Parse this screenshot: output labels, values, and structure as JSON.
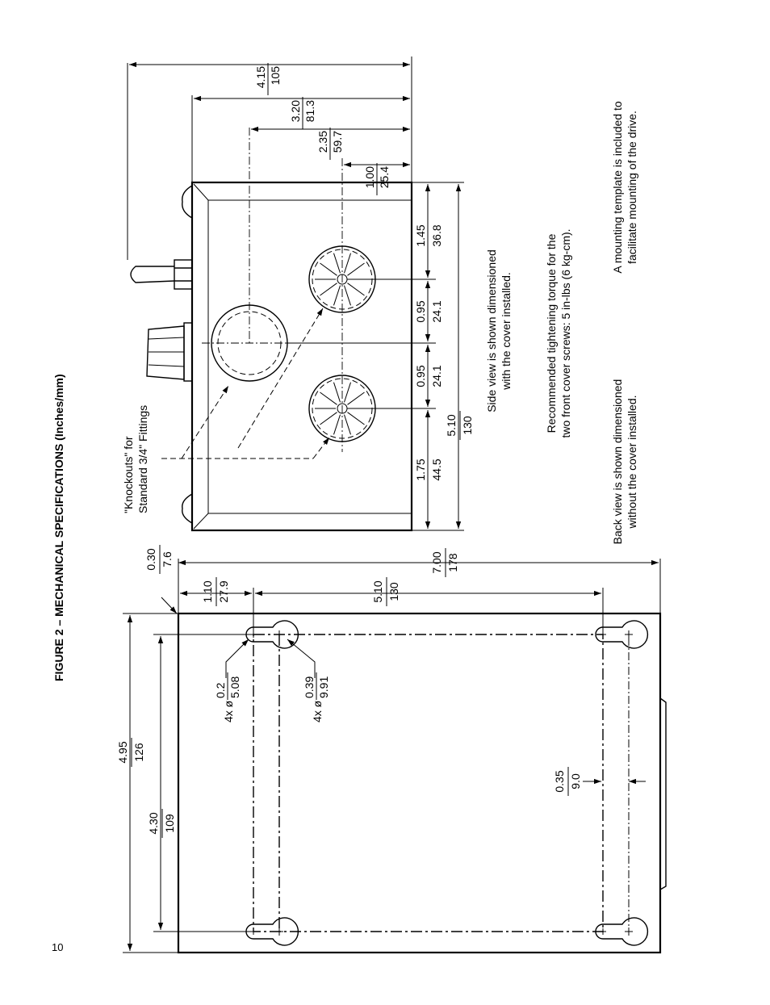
{
  "page_number": "10",
  "figure_title": "FIGURE 2 – MECHANICAL SPECIFICATIONS (Inches/mm)",
  "knockouts_label": [
    "\"Knockouts\" for",
    "Standard 3/4\" Fittings"
  ],
  "notes": {
    "side_view": [
      "Side view is shown dimensioned",
      "with the cover installed."
    ],
    "torque": [
      "Recommended tightening torque for the",
      "two front cover screws: 5 in-lbs (6 kg-cm)."
    ],
    "template": [
      "A mounting template is included to",
      "facilitate mounting of the drive."
    ],
    "back_view": [
      "Back view is shown dimensioned",
      "without the cover installed."
    ]
  },
  "side_view_dims": {
    "overall_415": {
      "in": "4.15",
      "mm": "105"
    },
    "d_320": {
      "in": "3.20",
      "mm": "81.3"
    },
    "d_235": {
      "in": "2.35",
      "mm": "59.7"
    },
    "d_100": {
      "in": "1.00",
      "mm": "25.4"
    },
    "d_145": {
      "in": "1.45",
      "mm": "36.8"
    },
    "d_095a": {
      "in": "0.95",
      "mm": "24.1"
    },
    "d_095b": {
      "in": "0.95",
      "mm": "24.1"
    },
    "d_175": {
      "in": "1.75",
      "mm": "44.5"
    },
    "d_510": {
      "in": "5.10",
      "mm": "130"
    }
  },
  "back_view_dims": {
    "d_030": {
      "in": "0.30",
      "mm": "7.6"
    },
    "d_700": {
      "in": "7.00",
      "mm": "178"
    },
    "d_110": {
      "in": "1.10",
      "mm": "27.9"
    },
    "d_510": {
      "in": "5.10",
      "mm": "130"
    },
    "d_495": {
      "in": "4.95",
      "mm": "126"
    },
    "d_430": {
      "in": "4.30",
      "mm": "109"
    },
    "d_035": {
      "in": "0.35",
      "mm": "9.0"
    },
    "hole_small": {
      "prefix": "4x ø",
      "in": "0.2",
      "mm": "5.08"
    },
    "hole_large": {
      "prefix": "4x ø",
      "in": "0.39",
      "mm": "9.91"
    }
  }
}
